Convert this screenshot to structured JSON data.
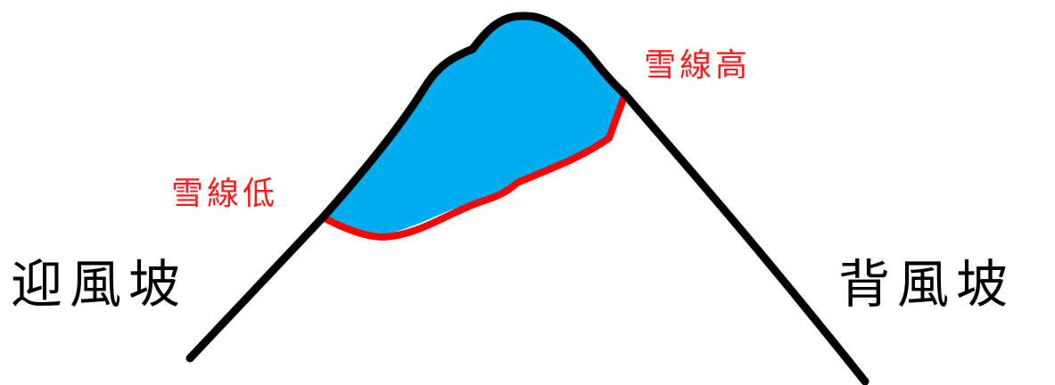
{
  "labels": {
    "windward": "迎風坡",
    "leeward": "背風坡",
    "snowline_low": "雪線低",
    "snowline_high": "雪線高"
  },
  "colors": {
    "mountain_outline": "#000000",
    "snow_fill": "#00aeef",
    "snowline": "#ff0000",
    "snowline_text": "#ff1a1a",
    "slope_text": "#000000",
    "background": "#ffffff"
  }
}
